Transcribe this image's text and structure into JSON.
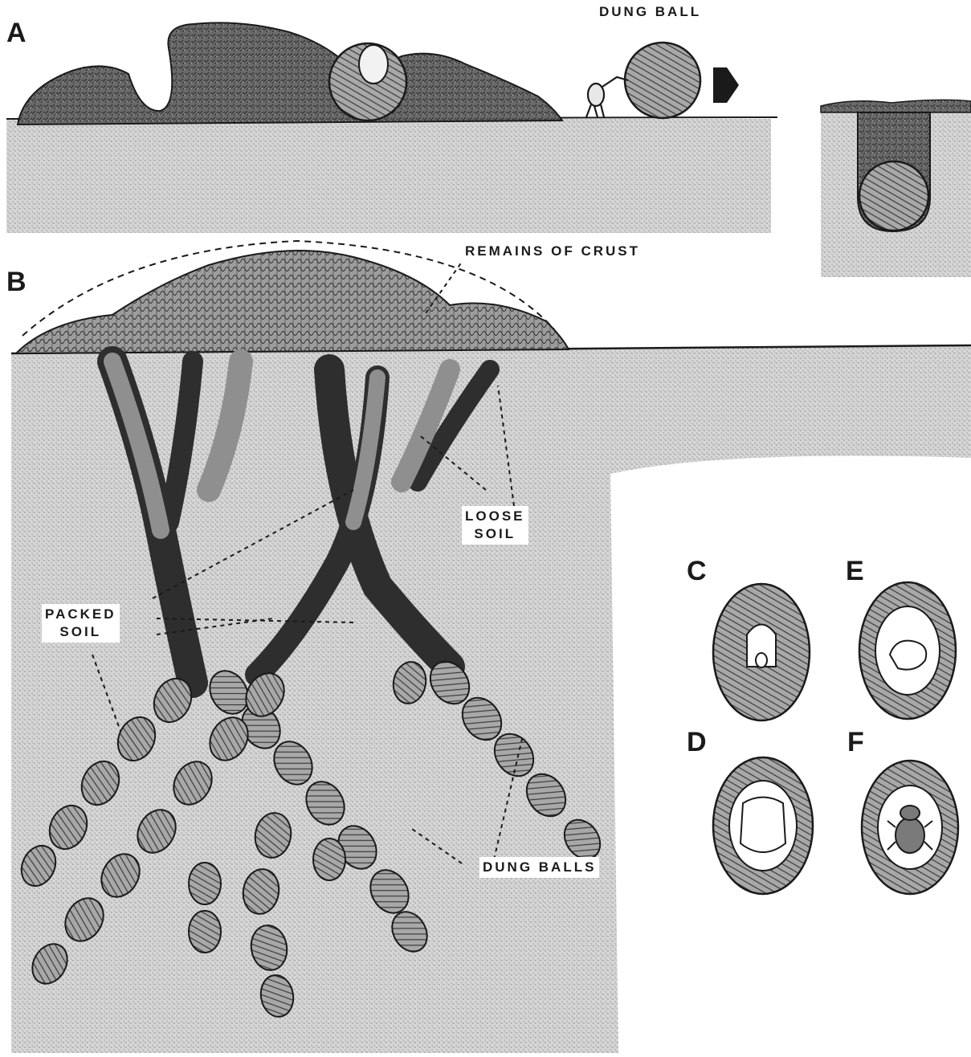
{
  "panels": {
    "a": "A",
    "b": "B",
    "c": "C",
    "d": "D",
    "e": "E",
    "f": "F"
  },
  "labels": {
    "dung_ball": "DUNG BALL",
    "remains_of_crust": "REMAINS OF CRUST",
    "loose_soil_line1": "LOOSE",
    "loose_soil_line2": "SOIL",
    "packed_soil_line1": "PACKED",
    "packed_soil_line2": "SOIL",
    "dung_balls": "DUNG BALLS"
  },
  "colors": {
    "paper": "#ffffff",
    "ink": "#1a1a1a",
    "soil": "#cfcfcf",
    "dung": "#5c5c5c",
    "tunnel_dark": "#2e2e2e",
    "tunnel_light": "#8f8f8f",
    "ball_fill": "#9a9a9a"
  }
}
